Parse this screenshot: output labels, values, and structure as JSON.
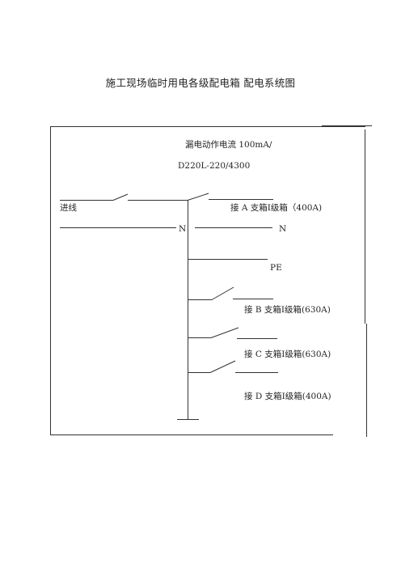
{
  "title": "施工现场临时用电各级配电箱  配电系统图",
  "rcd_spec_line1": "漏电动作电流 100mA/",
  "rcd_spec_line2": "D220L-220/4300",
  "incoming_label": "进线",
  "neutral_label_left": "N",
  "neutral_label_right": "N",
  "pe_label": "PE",
  "branches": [
    {
      "label": "接 A 支箱Ⅰ级箱（400A)"
    },
    {
      "label": "接 B 支箱Ⅰ级箱(630A)"
    },
    {
      "label": "接 C 支箱Ⅰ级箱(630A)"
    },
    {
      "label": "接 D 支箱Ⅰ级箱(400A)"
    }
  ]
}
